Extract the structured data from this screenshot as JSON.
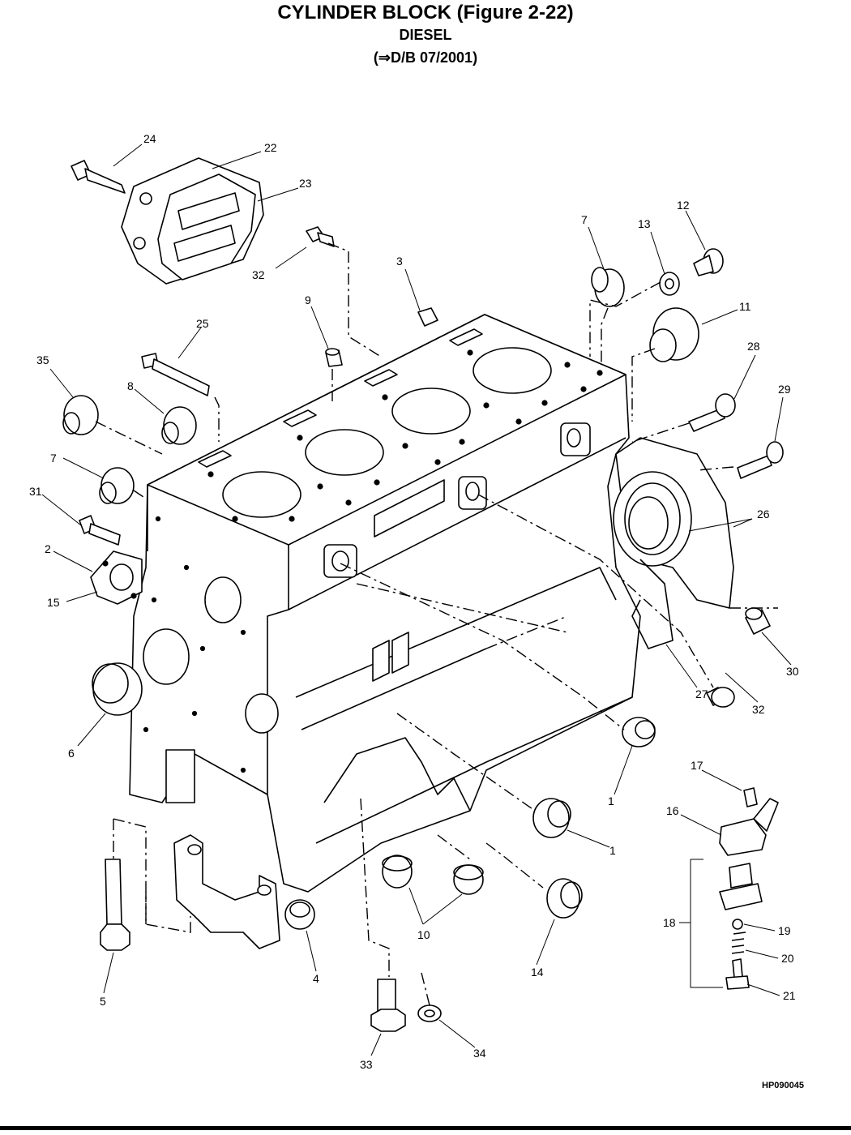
{
  "header": {
    "title": "CYLINDER BLOCK (Figure 2-22)",
    "subtitle": "DIESEL",
    "subtitle2": "(⇒D/B 07/2001)"
  },
  "figure_code": "HP090045",
  "callouts": {
    "c1a": "1",
    "c1b": "1",
    "c2": "2",
    "c3": "3",
    "c4": "4",
    "c5": "5",
    "c6": "6",
    "c7a": "7",
    "c7b": "7",
    "c8": "8",
    "c9": "9",
    "c10": "10",
    "c11": "11",
    "c12": "12",
    "c13": "13",
    "c14": "14",
    "c15": "15",
    "c16": "16",
    "c17": "17",
    "c18": "18",
    "c19": "19",
    "c20": "20",
    "c21": "21",
    "c22": "22",
    "c23": "23",
    "c24": "24",
    "c25": "25",
    "c26": "26",
    "c27": "27",
    "c28": "28",
    "c29": "29",
    "c30": "30",
    "c31": "31",
    "c32a": "32",
    "c32b": "32",
    "c33": "33",
    "c34": "34",
    "c35": "35"
  }
}
